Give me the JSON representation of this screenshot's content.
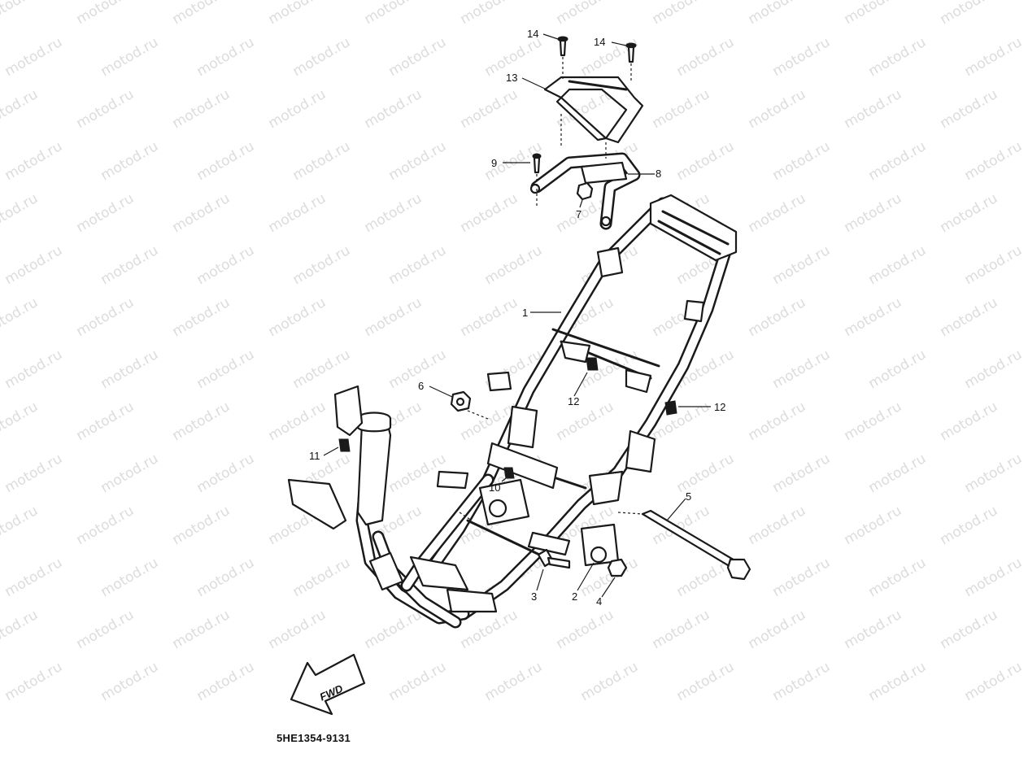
{
  "callouts": [
    {
      "id": "1",
      "label": "1"
    },
    {
      "id": "2",
      "label": "2"
    },
    {
      "id": "3",
      "label": "3"
    },
    {
      "id": "4",
      "label": "4"
    },
    {
      "id": "5",
      "label": "5"
    },
    {
      "id": "6",
      "label": "6"
    },
    {
      "id": "7",
      "label": "7"
    },
    {
      "id": "8",
      "label": "8"
    },
    {
      "id": "9",
      "label": "9"
    },
    {
      "id": "10",
      "label": "10"
    },
    {
      "id": "11",
      "label": "11"
    },
    {
      "id": "12a",
      "label": "12"
    },
    {
      "id": "12b",
      "label": "12"
    },
    {
      "id": "13",
      "label": "13"
    },
    {
      "id": "14a",
      "label": "14"
    },
    {
      "id": "14b",
      "label": "14"
    }
  ],
  "fwd_label": "FWD",
  "diagram_code": "5HE1354-9131",
  "watermark_text": "motod.ru",
  "colors": {
    "ink": "#1a1a1a",
    "watermark": "#dcdcdc",
    "background": "#ffffff"
  }
}
